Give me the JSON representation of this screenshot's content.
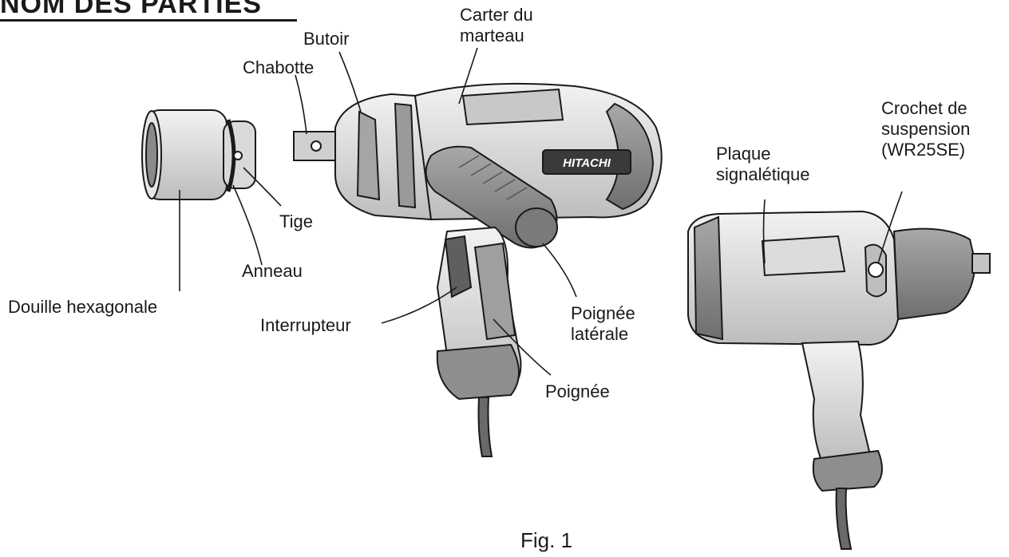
{
  "header": {
    "title": "NOM DES PARTIES"
  },
  "figure_caption": "Fig. 1",
  "brand": {
    "logo_text": "HITACHI"
  },
  "labels": {
    "douille": "Douille hexagonale",
    "anneau": "Anneau",
    "tige": "Tige",
    "chabotte": "Chabotte",
    "butoir": "Butoir",
    "carter_line1": "Carter du",
    "carter_line2": "marteau",
    "interrupteur": "Interrupteur",
    "poignee_laterale_line1": "Poignée",
    "poignee_laterale_line2": "latérale",
    "poignee": "Poignée",
    "plaque_line1": "Plaque",
    "plaque_line2": "signalétique",
    "crochet_line1": "Crochet de",
    "crochet_line2": "suspension",
    "crochet_line3": "(WR25SE)"
  },
  "colors": {
    "ink": "#1a1a1a",
    "body_gray": "#d6d6d6",
    "dark_gray": "#8c8c8c",
    "light_gray": "#ececec"
  }
}
